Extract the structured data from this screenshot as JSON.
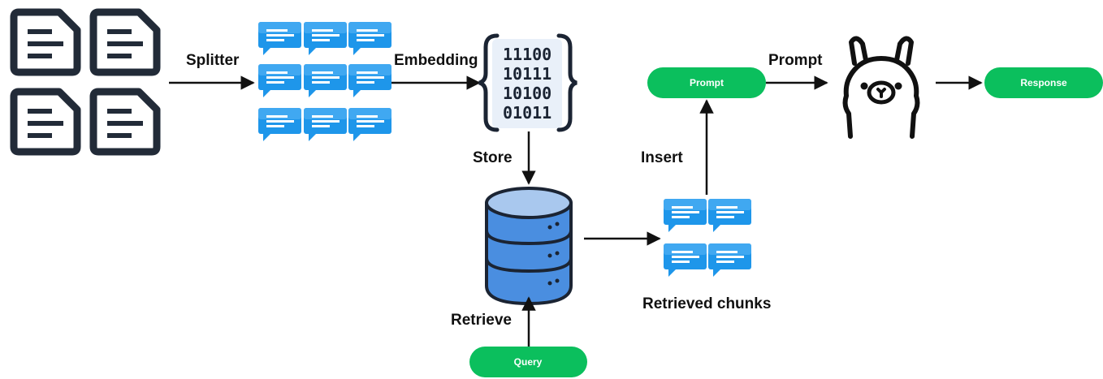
{
  "labels": {
    "splitter": "Splitter",
    "embedding": "Embedding",
    "store": "Store",
    "retrieve": "Retrieve",
    "insert": "Insert",
    "prompt_arrow": "Prompt",
    "retrieved_chunks": "Retrieved chunks"
  },
  "buttons": {
    "prompt": "Prompt",
    "response": "Response",
    "query": "Query"
  },
  "embedding_bits": [
    "11100",
    "10111",
    "10100",
    "01011"
  ],
  "colors": {
    "pill_green": "#0bbf5d",
    "bubble_blue": "#1e96ea",
    "bubble_light": "#5cb8f5",
    "db_blue": "#4a8ee0",
    "db_top": "#a9c8ee",
    "doc_dark": "#222b38",
    "arrow": "#111111"
  },
  "icons": {
    "documents": "document-icon",
    "chunks": "chat-bubble-icon",
    "embedding": "binary-braces-icon",
    "store": "database-icon",
    "model": "llama-icon"
  }
}
